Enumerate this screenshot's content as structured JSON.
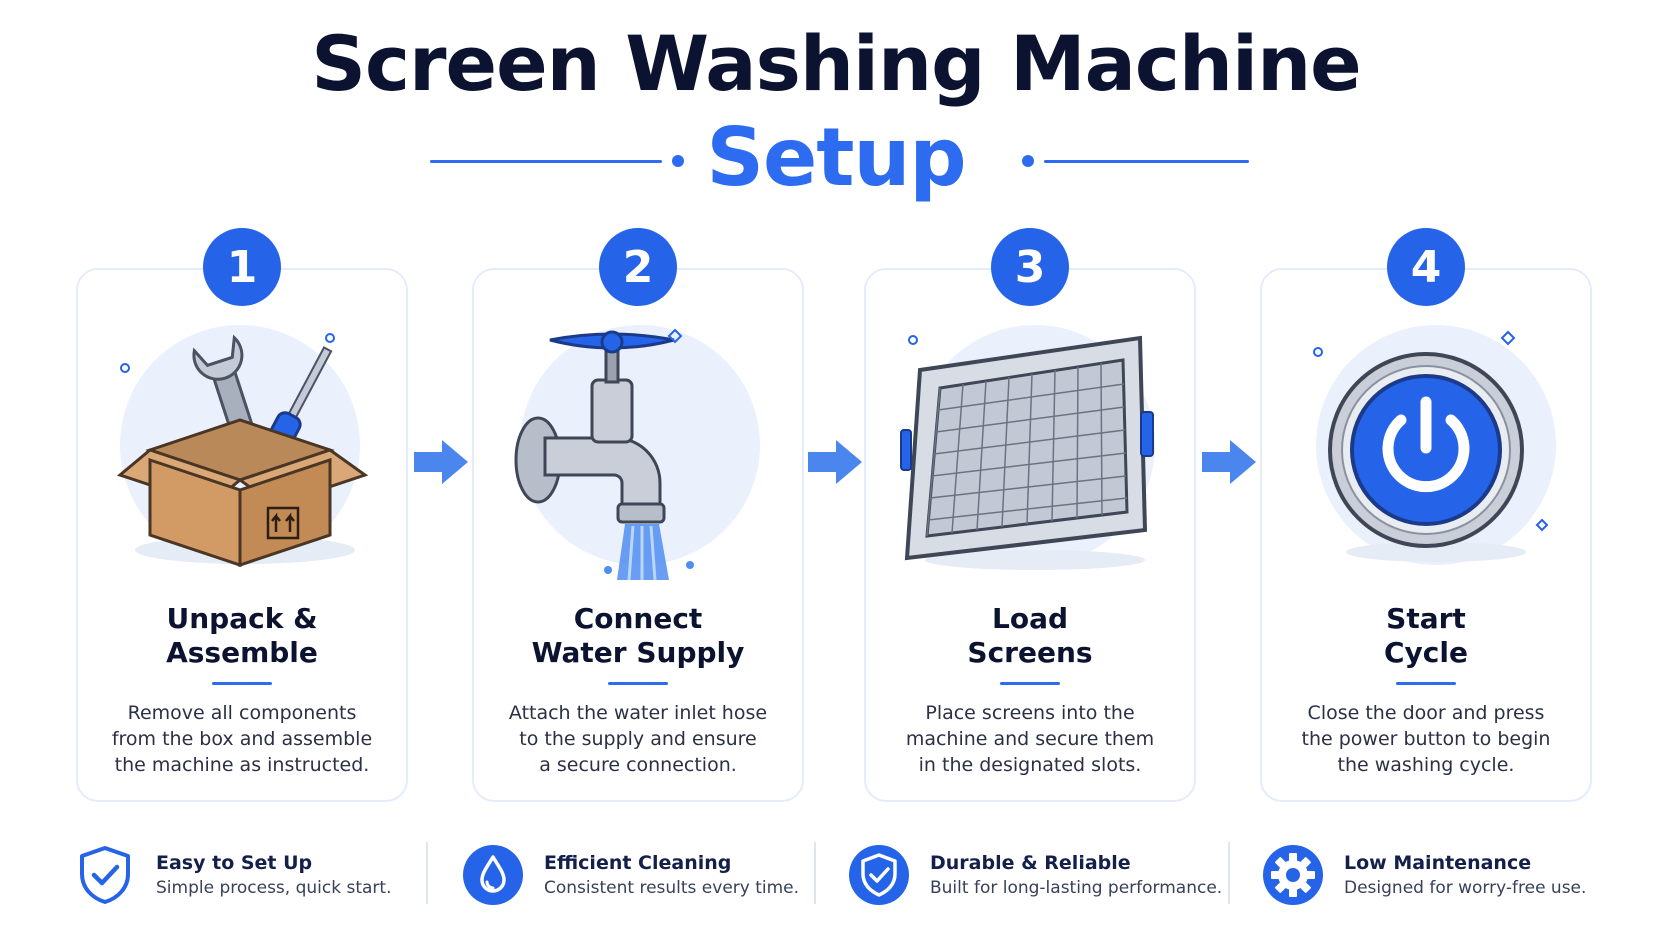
{
  "header": {
    "title": "Screen Washing Machine",
    "subtitle": "Setup"
  },
  "colors": {
    "accent": "#2d6cf0",
    "dark_text": "#0b1330",
    "card_border": "#e4ecfb"
  },
  "steps": [
    {
      "number": "1",
      "title_line1": "Unpack &",
      "title_line2": "Assemble",
      "desc_line1": "Remove all components",
      "desc_line2": "from the box and assemble",
      "desc_line3": "the machine as instructed.",
      "icon": "open-box-tools-icon"
    },
    {
      "number": "2",
      "title_line1": "Connect",
      "title_line2": "Water Supply",
      "desc_line1": "Attach the water inlet hose",
      "desc_line2": "to the supply and ensure",
      "desc_line3": "a secure connection.",
      "icon": "water-faucet-icon"
    },
    {
      "number": "3",
      "title_line1": "Load",
      "title_line2": "Screens",
      "desc_line1": "Place screens into the",
      "desc_line2": "machine and secure them",
      "desc_line3": "in the designated slots.",
      "icon": "screen-frame-icon"
    },
    {
      "number": "4",
      "title_line1": "Start",
      "title_line2": "Cycle",
      "desc_line1": "Close the door and press",
      "desc_line2": "the power button to begin",
      "desc_line3": "the washing cycle.",
      "icon": "power-button-icon"
    }
  ],
  "features": [
    {
      "title": "Easy to Set Up",
      "sub": "Simple process, quick start.",
      "icon": "shield-check-icon"
    },
    {
      "title": "Efficient Cleaning",
      "sub": "Consistent results every time.",
      "icon": "water-drop-icon"
    },
    {
      "title": "Durable & Reliable",
      "sub": "Built for long-lasting performance.",
      "icon": "shield-check-filled-icon"
    },
    {
      "title": "Low Maintenance",
      "sub": "Designed for worry-free use.",
      "icon": "gear-icon"
    }
  ]
}
